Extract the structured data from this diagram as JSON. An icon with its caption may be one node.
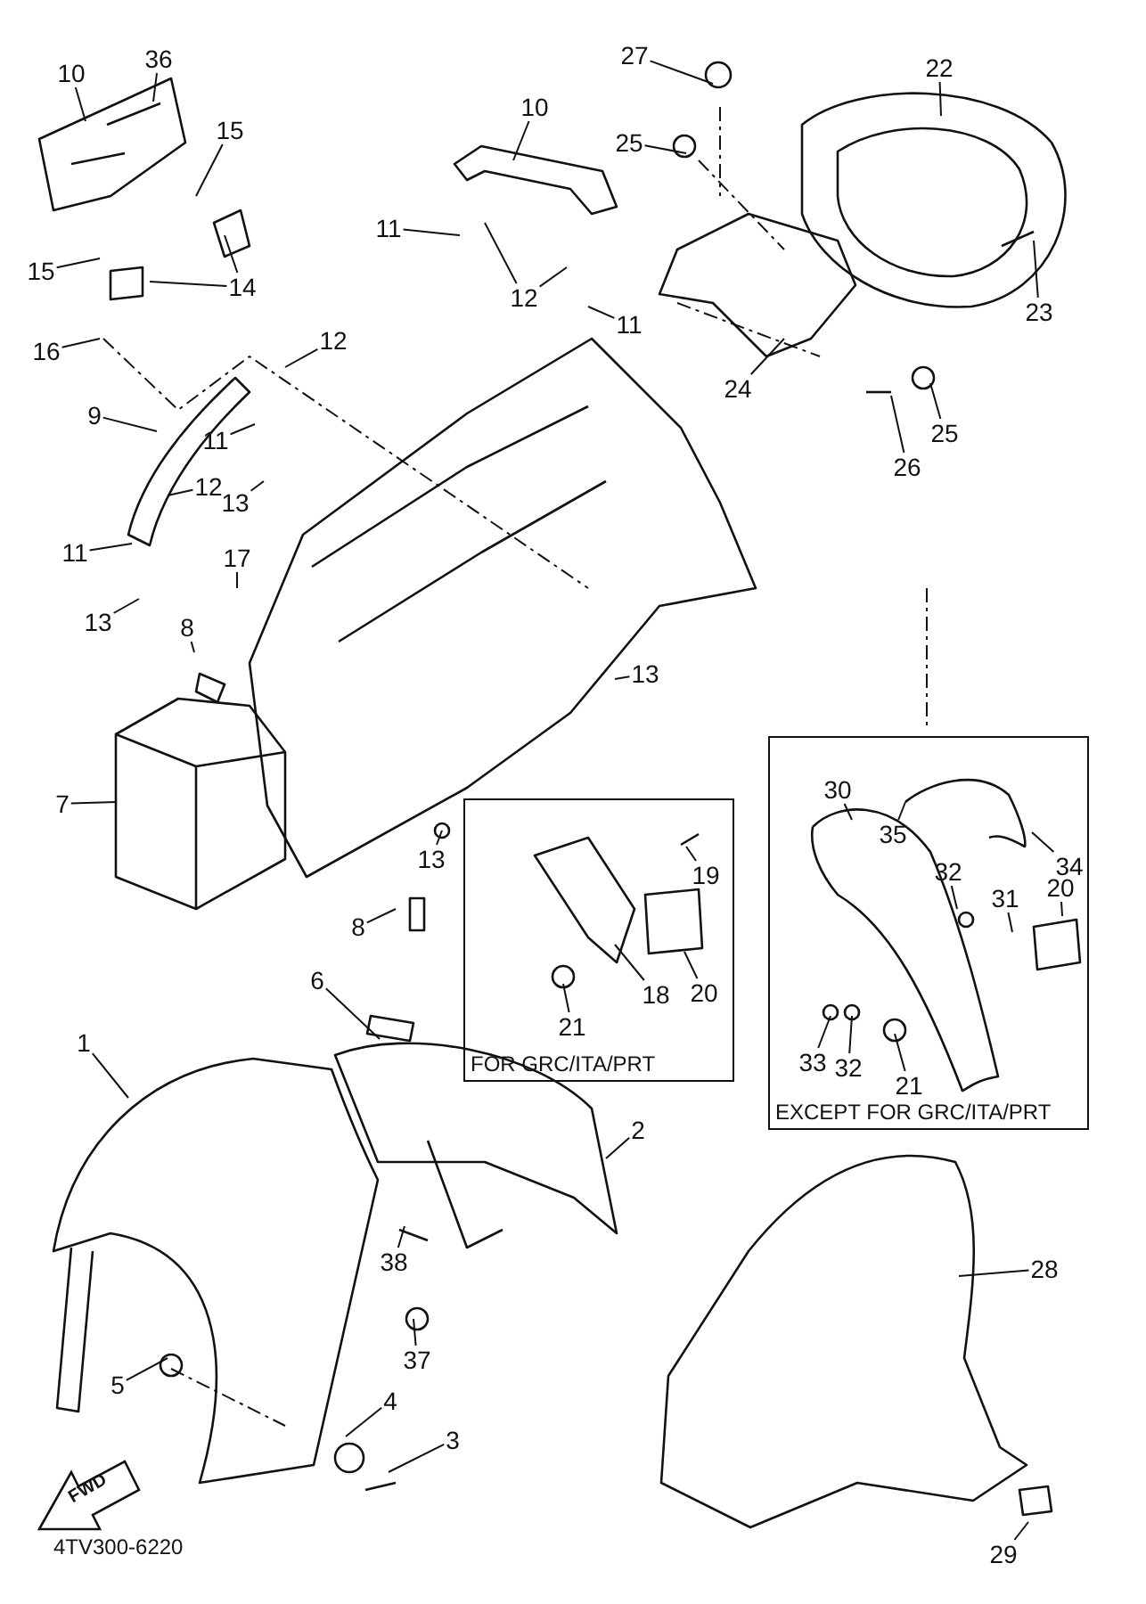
{
  "diagram": {
    "nodes": [
      {
        "text": [
          "10"
        ]
      },
      {
        "text": [
          "36"
        ]
      },
      {
        "text": [
          "15"
        ]
      },
      {
        "text": [
          "15"
        ]
      },
      {
        "text": [
          "14"
        ]
      },
      {
        "text": [
          "16"
        ]
      },
      {
        "text": [
          "10"
        ]
      },
      {
        "text": [
          "11"
        ]
      },
      {
        "text": [
          "12"
        ]
      },
      {
        "text": [
          "11"
        ]
      },
      {
        "text": [
          "12"
        ]
      },
      {
        "text": [
          "9"
        ]
      },
      {
        "text": [
          "11"
        ]
      },
      {
        "text": [
          "12"
        ]
      },
      {
        "text": [
          "13"
        ]
      },
      {
        "text": [
          "11"
        ]
      },
      {
        "text": [
          "13"
        ]
      },
      {
        "text": [
          "17"
        ]
      },
      {
        "text": [
          "8"
        ]
      },
      {
        "text": [
          "27"
        ]
      },
      {
        "text": [
          "22"
        ]
      },
      {
        "text": [
          "25"
        ]
      },
      {
        "text": [
          "23"
        ]
      },
      {
        "text": [
          "24"
        ]
      },
      {
        "text": [
          "25"
        ]
      },
      {
        "text": [
          "26"
        ]
      },
      {
        "text": [
          "13"
        ]
      },
      {
        "text": [
          "7"
        ]
      },
      {
        "text": [
          "13"
        ]
      },
      {
        "text": [
          "8"
        ]
      },
      {
        "text": [
          "FOR GRC/ITA/PRT"
        ]
      },
      {
        "text": [
          "19"
        ],
        "in": 30
      },
      {
        "text": [
          "18"
        ],
        "in": 30
      },
      {
        "text": [
          "20"
        ],
        "in": 30
      },
      {
        "text": [
          "21"
        ],
        "in": 30
      },
      {
        "text": [
          "EXCEPT FOR GRC/ITA/PRT"
        ]
      },
      {
        "text": [
          "30"
        ],
        "in": 35
      },
      {
        "text": [
          "35"
        ],
        "in": 35
      },
      {
        "text": [
          "34"
        ],
        "in": 35
      },
      {
        "text": [
          "32"
        ],
        "in": 35
      },
      {
        "text": [
          "31"
        ],
        "in": 35
      },
      {
        "text": [
          "20"
        ],
        "in": 35
      },
      {
        "text": [
          "33"
        ],
        "in": 35
      },
      {
        "text": [
          "32"
        ],
        "in": 35
      },
      {
        "text": [
          "21"
        ],
        "in": 35
      },
      {
        "text": [
          "6"
        ]
      },
      {
        "text": [
          "1"
        ]
      },
      {
        "text": [
          "2"
        ]
      },
      {
        "text": [
          "38"
        ]
      },
      {
        "text": [
          "37"
        ]
      },
      {
        "text": [
          "5"
        ]
      },
      {
        "text": [
          "4"
        ]
      },
      {
        "text": [
          "3"
        ]
      },
      {
        "text": [
          "28"
        ]
      },
      {
        "text": [
          "29"
        ]
      }
    ],
    "edges": [
      {
        "from": 0,
        "to": null,
        "arrow": "none"
      },
      {
        "from": 1,
        "to": null,
        "arrow": "none"
      },
      {
        "from": 2,
        "to": null,
        "arrow": "none"
      },
      {
        "from": 3,
        "to": null,
        "arrow": "none"
      },
      {
        "from": 4,
        "to": null,
        "arrow": "none"
      },
      {
        "from": 4,
        "to": null,
        "arrow": "none"
      },
      {
        "from": 5,
        "to": null,
        "arrow": "none"
      },
      {
        "from": 6,
        "to": null,
        "arrow": "none"
      },
      {
        "from": 7,
        "to": null,
        "arrow": "none"
      },
      {
        "from": 8,
        "to": null,
        "arrow": "none"
      },
      {
        "from": 8,
        "to": null,
        "arrow": "none"
      },
      {
        "from": 9,
        "to": null,
        "arrow": "none"
      },
      {
        "from": 10,
        "to": null,
        "arrow": "none"
      },
      {
        "from": 11,
        "to": null,
        "arrow": "none"
      },
      {
        "from": 12,
        "to": null,
        "arrow": "none"
      },
      {
        "from": 13,
        "to": null,
        "arrow": "none"
      },
      {
        "from": 14,
        "to": null,
        "arrow": "none"
      },
      {
        "from": 15,
        "to": null,
        "arrow": "none"
      },
      {
        "from": 16,
        "to": null,
        "arrow": "none"
      },
      {
        "from": 17,
        "to": null,
        "arrow": "none"
      },
      {
        "from": 18,
        "to": null,
        "arrow": "none"
      },
      {
        "from": 19,
        "to": null,
        "arrow": "none"
      },
      {
        "from": 20,
        "to": null,
        "arrow": "none"
      },
      {
        "from": 21,
        "to": null,
        "arrow": "none"
      },
      {
        "from": 22,
        "to": null,
        "arrow": "none"
      },
      {
        "from": 23,
        "to": null,
        "arrow": "none"
      },
      {
        "from": 24,
        "to": null,
        "arrow": "none"
      },
      {
        "from": 25,
        "to": null,
        "arrow": "none"
      },
      {
        "from": 26,
        "to": null,
        "arrow": "none"
      },
      {
        "from": 27,
        "to": null,
        "arrow": "none"
      },
      {
        "from": 28,
        "to": null,
        "arrow": "none"
      },
      {
        "from": 29,
        "to": null,
        "arrow": "none"
      },
      {
        "from": 31,
        "to": null,
        "arrow": "none"
      },
      {
        "from": 32,
        "to": null,
        "arrow": "none"
      },
      {
        "from": 33,
        "to": null,
        "arrow": "none"
      },
      {
        "from": 34,
        "to": null,
        "arrow": "none"
      },
      {
        "from": 36,
        "to": null,
        "arrow": "none"
      },
      {
        "from": 37,
        "to": null,
        "arrow": "none"
      },
      {
        "from": 38,
        "to": null,
        "arrow": "none"
      },
      {
        "from": 39,
        "to": null,
        "arrow": "none"
      },
      {
        "from": 40,
        "to": null,
        "arrow": "none"
      },
      {
        "from": 41,
        "to": null,
        "arrow": "none"
      },
      {
        "from": 42,
        "to": null,
        "arrow": "none"
      },
      {
        "from": 43,
        "to": null,
        "arrow": "none"
      },
      {
        "from": 44,
        "to": null,
        "arrow": "none"
      },
      {
        "from": 45,
        "to": null,
        "arrow": "none"
      },
      {
        "from": 46,
        "to": null,
        "arrow": "none"
      },
      {
        "from": 47,
        "to": null,
        "arrow": "none"
      },
      {
        "from": 48,
        "to": null,
        "arrow": "none"
      },
      {
        "from": 49,
        "to": null,
        "arrow": "none"
      },
      {
        "from": 50,
        "to": null,
        "arrow": "none"
      },
      {
        "from": 51,
        "to": null,
        "arrow": "none"
      },
      {
        "from": 52,
        "to": null,
        "arrow": "none"
      },
      {
        "from": 53,
        "to": null,
        "arrow": "none"
      },
      {
        "from": 54,
        "to": null,
        "arrow": "none"
      }
    ],
    "labels": [
      "FWD",
      "4TV300-6220"
    ]
  }
}
